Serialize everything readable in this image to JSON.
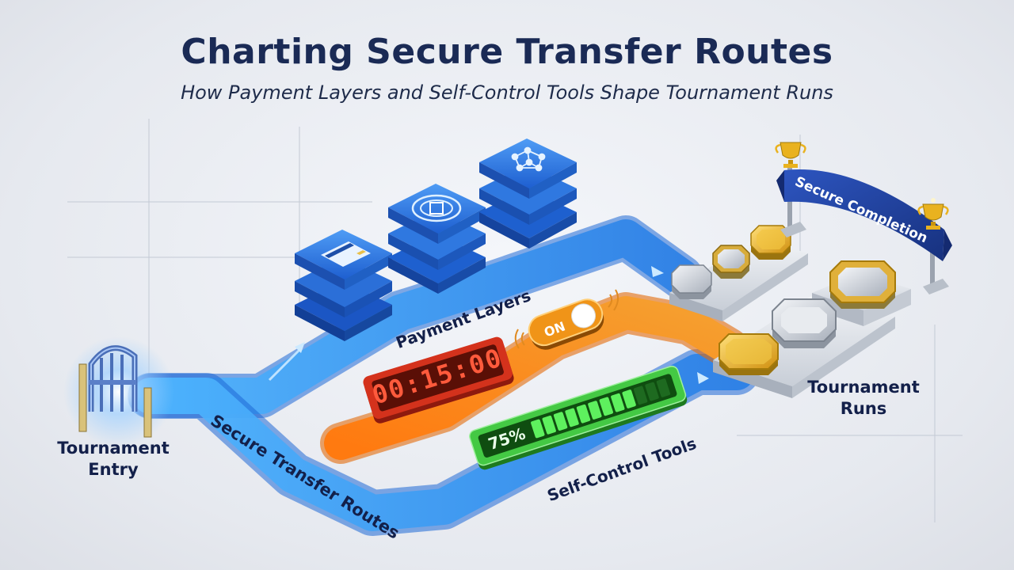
{
  "header": {
    "title": "Charting Secure Transfer Routes",
    "subtitle": "How Payment Layers and Self-Control Tools Shape Tournament Runs"
  },
  "labels": {
    "entry_line1": "Tournament",
    "entry_line2": "Entry",
    "secure_routes": "Secure Transfer Routes",
    "payment_layers": "Payment Layers",
    "self_control": "Self-Control Tools",
    "runs_line1": "Tournament",
    "runs_line2": "Runs",
    "banner": "Secure Completion"
  },
  "tools": {
    "timer": "00:15:00",
    "toggle": "ON",
    "progress_text": "75%",
    "progress_fraction": 0.75
  },
  "icons": {
    "entry": "gate-icon",
    "payment_layer_1": "credit-card-icon",
    "payment_layer_2": "encryption-chip-icon",
    "payment_layer_3": "network-nodes-icon",
    "trophies": "trophy-icon"
  },
  "colors": {
    "title": "#1a2a55",
    "route_blue": "#2f8ff0",
    "route_orange": "#f28a1e",
    "route_green": "#3cc93c",
    "timer_red": "#d4321c",
    "coin_gold": "#e8b020",
    "banner_blue": "#1f3e9a"
  }
}
